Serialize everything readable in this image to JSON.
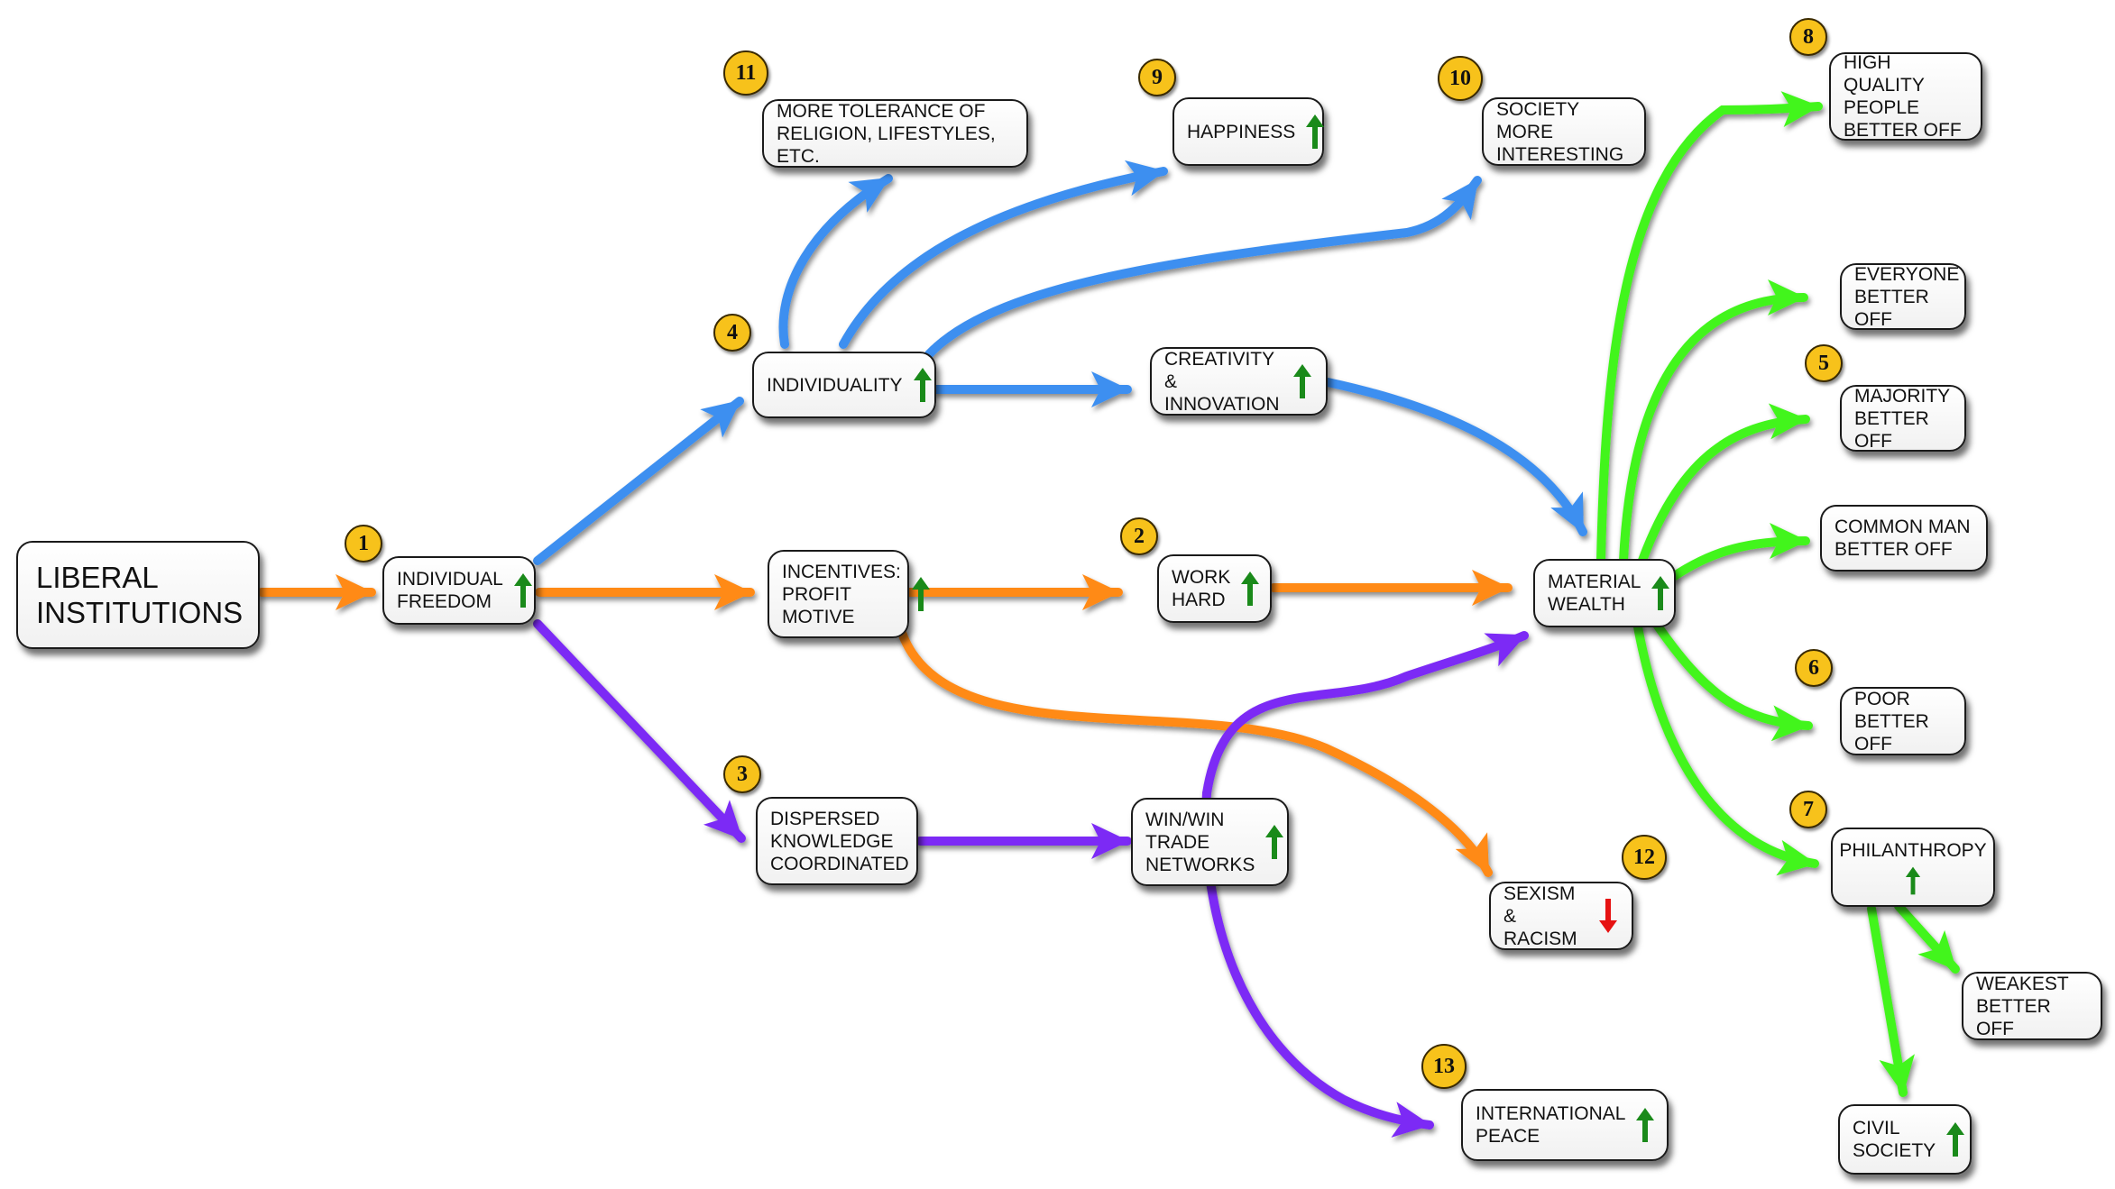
{
  "colors": {
    "orange": "#ff8a17",
    "blue": "#3d8ff0",
    "purple": "#7b2cf5",
    "green": "#43f51f",
    "up_arrow": "#1a8a1a",
    "down_arrow": "#e61212",
    "badge": "#f7c21b"
  },
  "nodes": {
    "liberal_institutions": "LIBERAL\nINSTITUTIONS",
    "individual_freedom": "INDIVIDUAL\nFREEDOM",
    "individuality": "INDIVIDUALITY",
    "incentives": "INCENTIVES:\nPROFIT\nMOTIVE",
    "dispersed_knowledge": "DISPERSED\nKNOWLEDGE\nCOORDINATED",
    "tolerance": "MORE TOLERANCE OF\nRELIGION, LIFESTYLES, ETC.",
    "happiness": "HAPPINESS",
    "society_interesting": "SOCIETY MORE\nINTERESTING",
    "creativity": "CREATIVITY &\nINNOVATION",
    "work_hard": "WORK\nHARD",
    "win_win": "WIN/WIN\nTRADE\nNETWORKS",
    "material_wealth": "MATERIAL\nWEALTH",
    "sexism_racism": "SEXISM &\nRACISM",
    "international_peace": "INTERNATIONAL\nPEACE",
    "high_quality": "HIGH QUALITY\nPEOPLE\nBETTER OFF",
    "everyone": "EVERYONE\nBETTER OFF",
    "majority": "MAJORITY\nBETTER OFF",
    "common_man": "COMMON MAN\nBETTER OFF",
    "poor": "POOR\nBETTER OFF",
    "philanthropy": "PHILANTHROPY",
    "weakest": "WEAKEST\nBETTER OFF",
    "civil_society": "CIVIL\nSOCIETY"
  },
  "badges": {
    "b1": "1",
    "b2": "2",
    "b3": "3",
    "b4": "4",
    "b5": "5",
    "b6": "6",
    "b7": "7",
    "b8": "8",
    "b9": "9",
    "b10": "10",
    "b11": "11",
    "b12": "12",
    "b13": "13"
  },
  "indicators": {
    "increase": "up-arrow-icon",
    "decrease": "down-arrow-icon"
  }
}
